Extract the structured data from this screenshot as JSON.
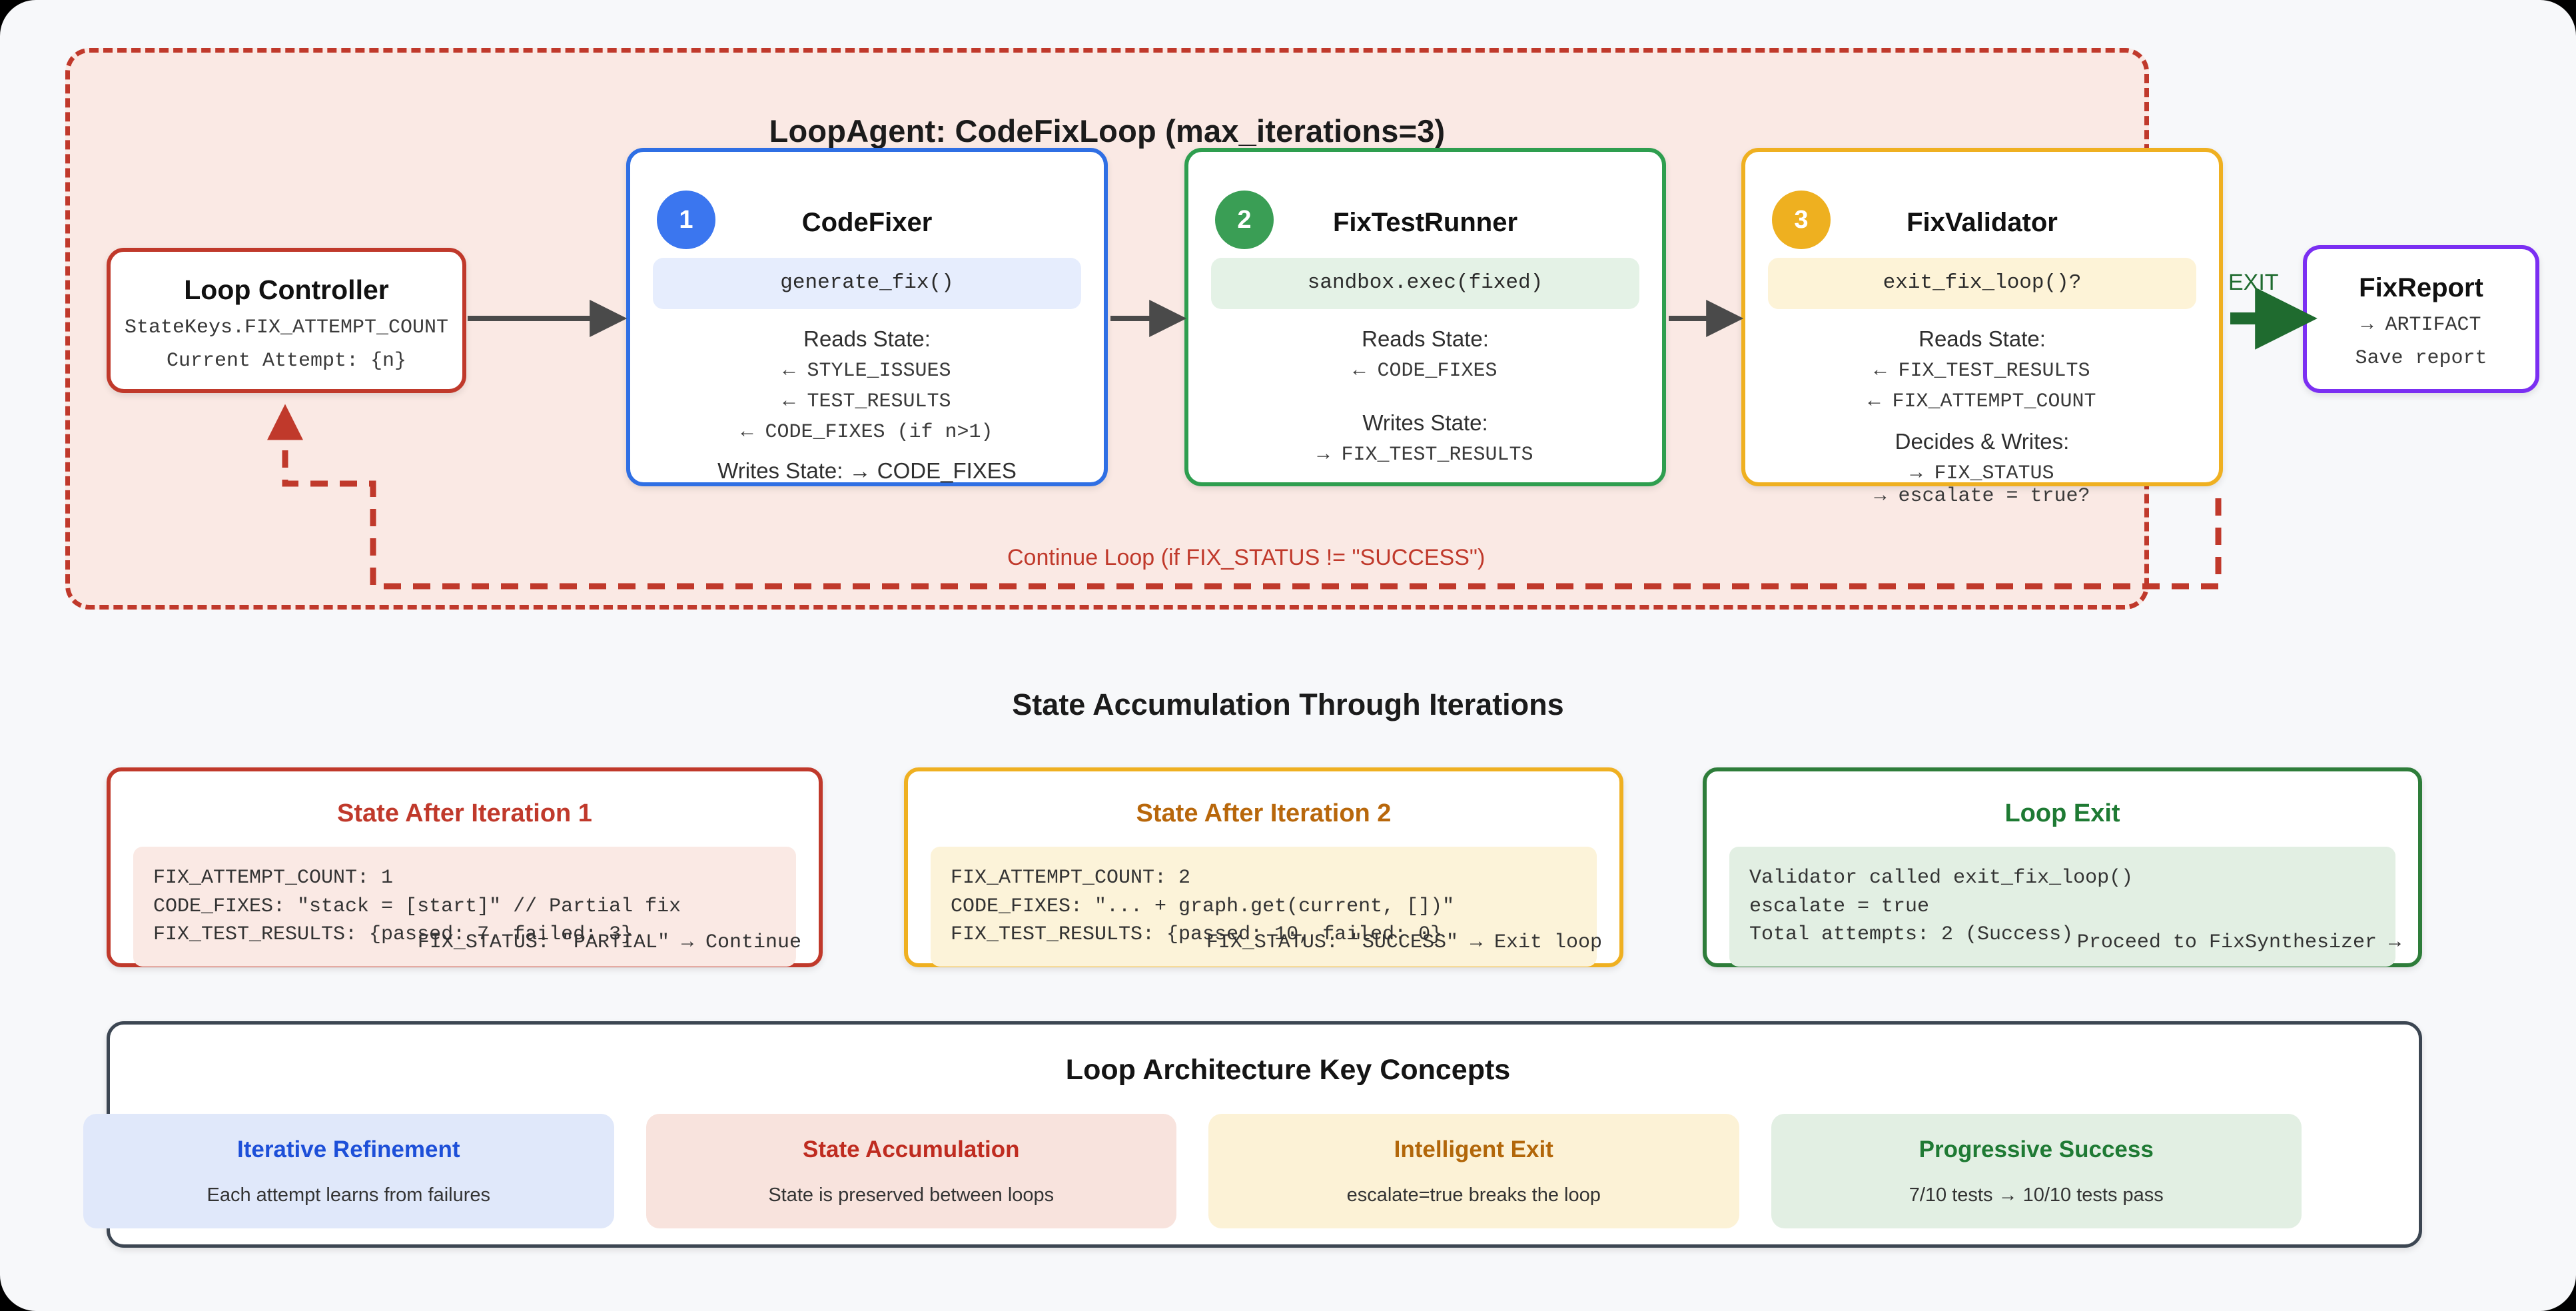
{
  "loop": {
    "title": "LoopAgent: CodeFixLoop (max_iterations=3)",
    "continue_note": "Continue Loop (if FIX_STATUS != \"SUCCESS\")",
    "exit_label": "EXIT"
  },
  "controller": {
    "title": "Loop Controller",
    "line1": "StateKeys.FIX_ATTEMPT_COUNT",
    "line2": "Current Attempt: {n}"
  },
  "steps": [
    {
      "number": "1",
      "title": "CodeFixer",
      "code": "generate_fix()",
      "reads_label": "Reads State:",
      "reads": [
        "← STYLE_ISSUES",
        "← TEST_RESULTS",
        "← CODE_FIXES (if n>1)"
      ],
      "writes_label": "Writes State: → CODE_FIXES",
      "writes": [],
      "color": "#2f6fe4"
    },
    {
      "number": "2",
      "title": "FixTestRunner",
      "code": "sandbox.exec(fixed)",
      "reads_label": "Reads State:",
      "reads": [
        "← CODE_FIXES"
      ],
      "writes_label": "Writes State:",
      "writes": [
        "→ FIX_TEST_RESULTS"
      ],
      "color": "#2e9e4f"
    },
    {
      "number": "3",
      "title": "FixValidator",
      "code": "exit_fix_loop()?",
      "reads_label": "Reads State:",
      "reads": [
        "← FIX_TEST_RESULTS",
        "← FIX_ATTEMPT_COUNT"
      ],
      "writes_label": "Decides & Writes:",
      "writes": [
        "→ FIX_STATUS"
      ],
      "overflow": "→ escalate = true?",
      "color": "#efb021"
    }
  ],
  "report": {
    "title": "FixReport",
    "line1": "→ ARTIFACT",
    "line2": "Save report"
  },
  "state_section": {
    "heading": "State Accumulation Through Iterations",
    "cards": [
      {
        "title": "State After Iteration 1",
        "lines": [
          "FIX_ATTEMPT_COUNT: 1",
          "CODE_FIXES: \"stack = [start]\" // Partial fix",
          "FIX_TEST_RESULTS: {passed: 7, failed: 3}"
        ],
        "footer": "FIX_STATUS: \"PARTIAL\" → Continue",
        "accent": "#c0392b"
      },
      {
        "title": "State After Iteration 2",
        "lines": [
          "FIX_ATTEMPT_COUNT: 2",
          "CODE_FIXES: \"... + graph.get(current, [])\"",
          "FIX_TEST_RESULTS: {passed: 10, failed: 0}"
        ],
        "footer": "FIX_STATUS: \"SUCCESS\" → Exit loop",
        "accent": "#efb021"
      },
      {
        "title": "Loop Exit",
        "lines": [
          "Validator called exit_fix_loop()",
          "escalate = true",
          "Total attempts: 2 (Success)"
        ],
        "footer": "Proceed to FixSynthesizer →",
        "accent": "#2e7d3a"
      }
    ]
  },
  "concepts_section": {
    "title": "Loop Architecture Key Concepts",
    "items": [
      {
        "title": "Iterative Refinement",
        "desc": "Each attempt learns from failures",
        "theme": "c-blue"
      },
      {
        "title": "State Accumulation",
        "desc": "State is preserved between loops",
        "theme": "c-red"
      },
      {
        "title": "Intelligent Exit",
        "desc": "escalate=true breaks the loop",
        "theme": "c-yellow"
      },
      {
        "title": "Progressive Success",
        "desc": "7/10 tests → 10/10 tests pass",
        "theme": "c-green"
      }
    ]
  },
  "colors": {
    "loop_border": "#c0392b",
    "loop_fill": "#fae9e4",
    "page_bg": "#f7f8fa",
    "step1": "#2f6fe4",
    "step2": "#2e9e4f",
    "step3": "#efb021",
    "report": "#7b2ff2",
    "exit_arrow": "#1f6b2f",
    "flow_arrow": "#4a4a4a"
  }
}
